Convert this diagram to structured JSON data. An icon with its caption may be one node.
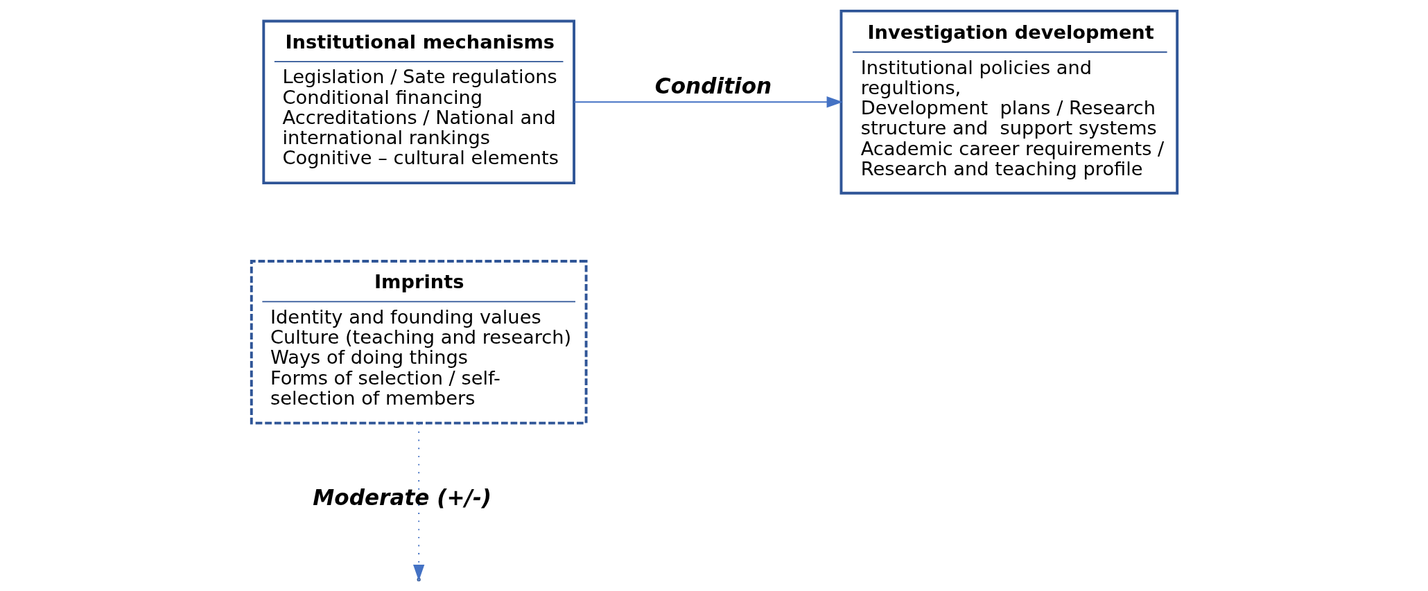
{
  "diagram": {
    "nodes": [
      {
        "text": [
          "Imprints",
          "Identity and founding values",
          "Culture (teaching and research)",
          "Ways of doing things",
          "Forms of selection / self-selection of members"
        ]
      },
      {
        "text": [
          "Institutional mechanisms",
          "Legislation / Sate regulations",
          "Conditional financing",
          "Accreditations / National and international rankings",
          "Cognitive – cultural elements"
        ]
      },
      {
        "text": [
          "Investigation development",
          "Institutional policies and regultions,",
          "Development  plans / Research structure and  support systems",
          "Academic career requirements / Research and teaching profile"
        ]
      }
    ],
    "edges": [
      {
        "from": 1,
        "to": 2,
        "arrow": "to",
        "label": "Condition"
      },
      {
        "from": 0,
        "to": null,
        "arrow": "to",
        "label": "Moderate (+/-)",
        "style": "dashed"
      }
    ]
  }
}
